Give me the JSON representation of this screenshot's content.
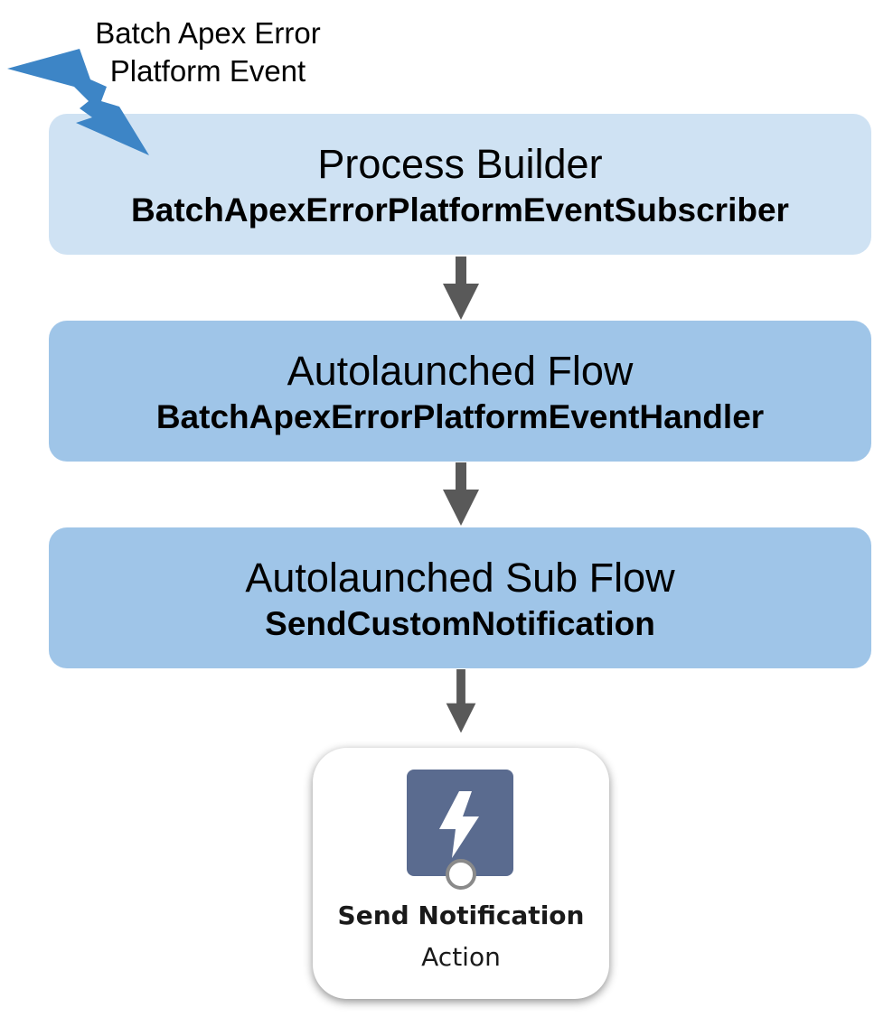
{
  "event": {
    "line1": "Batch Apex Error",
    "line2": "Platform Event",
    "icon": "lightning-bolt-icon",
    "color": "#3d85c6"
  },
  "stages": [
    {
      "type": "Process Builder",
      "name": "BatchApexErrorPlatformEventSubscriber",
      "color": "#cfe2f3"
    },
    {
      "type": "Autolaunched Flow",
      "name": "BatchApexErrorPlatformEventHandler",
      "color": "#9fc5e8"
    },
    {
      "type": "Autolaunched Sub Flow",
      "name": "SendCustomNotification",
      "color": "#9fc5e8"
    }
  ],
  "arrow_color": "#595959",
  "action": {
    "title": "Send Notification",
    "subtitle": "Action",
    "icon": "lightning-bolt-icon",
    "icon_bg": "#5a6b8f"
  }
}
